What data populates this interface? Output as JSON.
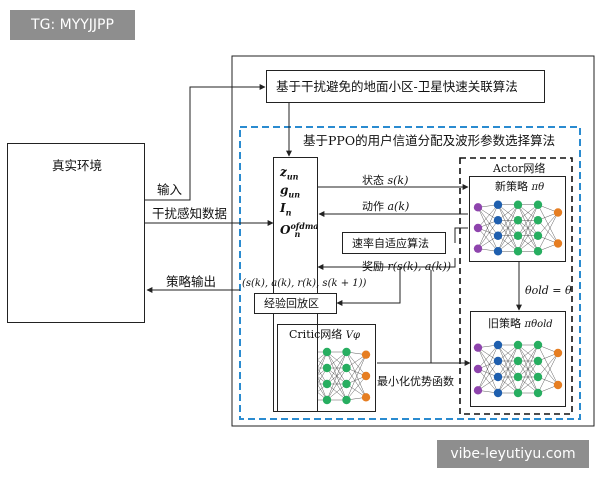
{
  "watermark_top": "TG: MYYJJPP",
  "watermark_bottom": "vibe-leyutiyu.com",
  "real_env": {
    "title": "真实环境"
  },
  "labels": {
    "input": "输入",
    "interference": "干扰感知数据",
    "policy_out": "策略输出",
    "state": "状态",
    "state_var": "s(k)",
    "action": "动作",
    "action_var": "a(k)",
    "reward": "奖励",
    "reward_var": "r(s(k), a(k))",
    "tuple": "(s(k), a(k), r(k), s(k + 1))",
    "min_adv": "最小化优势函数",
    "theta_eq": "θold = θ"
  },
  "boxes": {
    "top_algo": "基于干扰避免的地面小区-卫星快速关联算法",
    "ppo_title": "基于PPO的用户信道分配及波形参数选择算法",
    "rate_algo": "速率自适应算法",
    "replay": "经验回放区",
    "actor": "Actor网络",
    "new_policy": "新策略",
    "new_policy_sym": "πθ",
    "old_policy": "旧策略",
    "old_policy_sym": "πθold",
    "critic": "Critic网络",
    "critic_sym": "Vφ"
  },
  "state_vars": [
    "z",
    "g",
    "I",
    "O"
  ],
  "state_subs": [
    "un",
    "un",
    "n",
    "n"
  ],
  "state_sup": "ofdma",
  "colors": {
    "dashed_blue": "#2a8bd0",
    "node_purple": "#8e44ad",
    "node_green": "#27ae60",
    "node_orange": "#e67e22",
    "accent_blue": "#1f5fae"
  }
}
